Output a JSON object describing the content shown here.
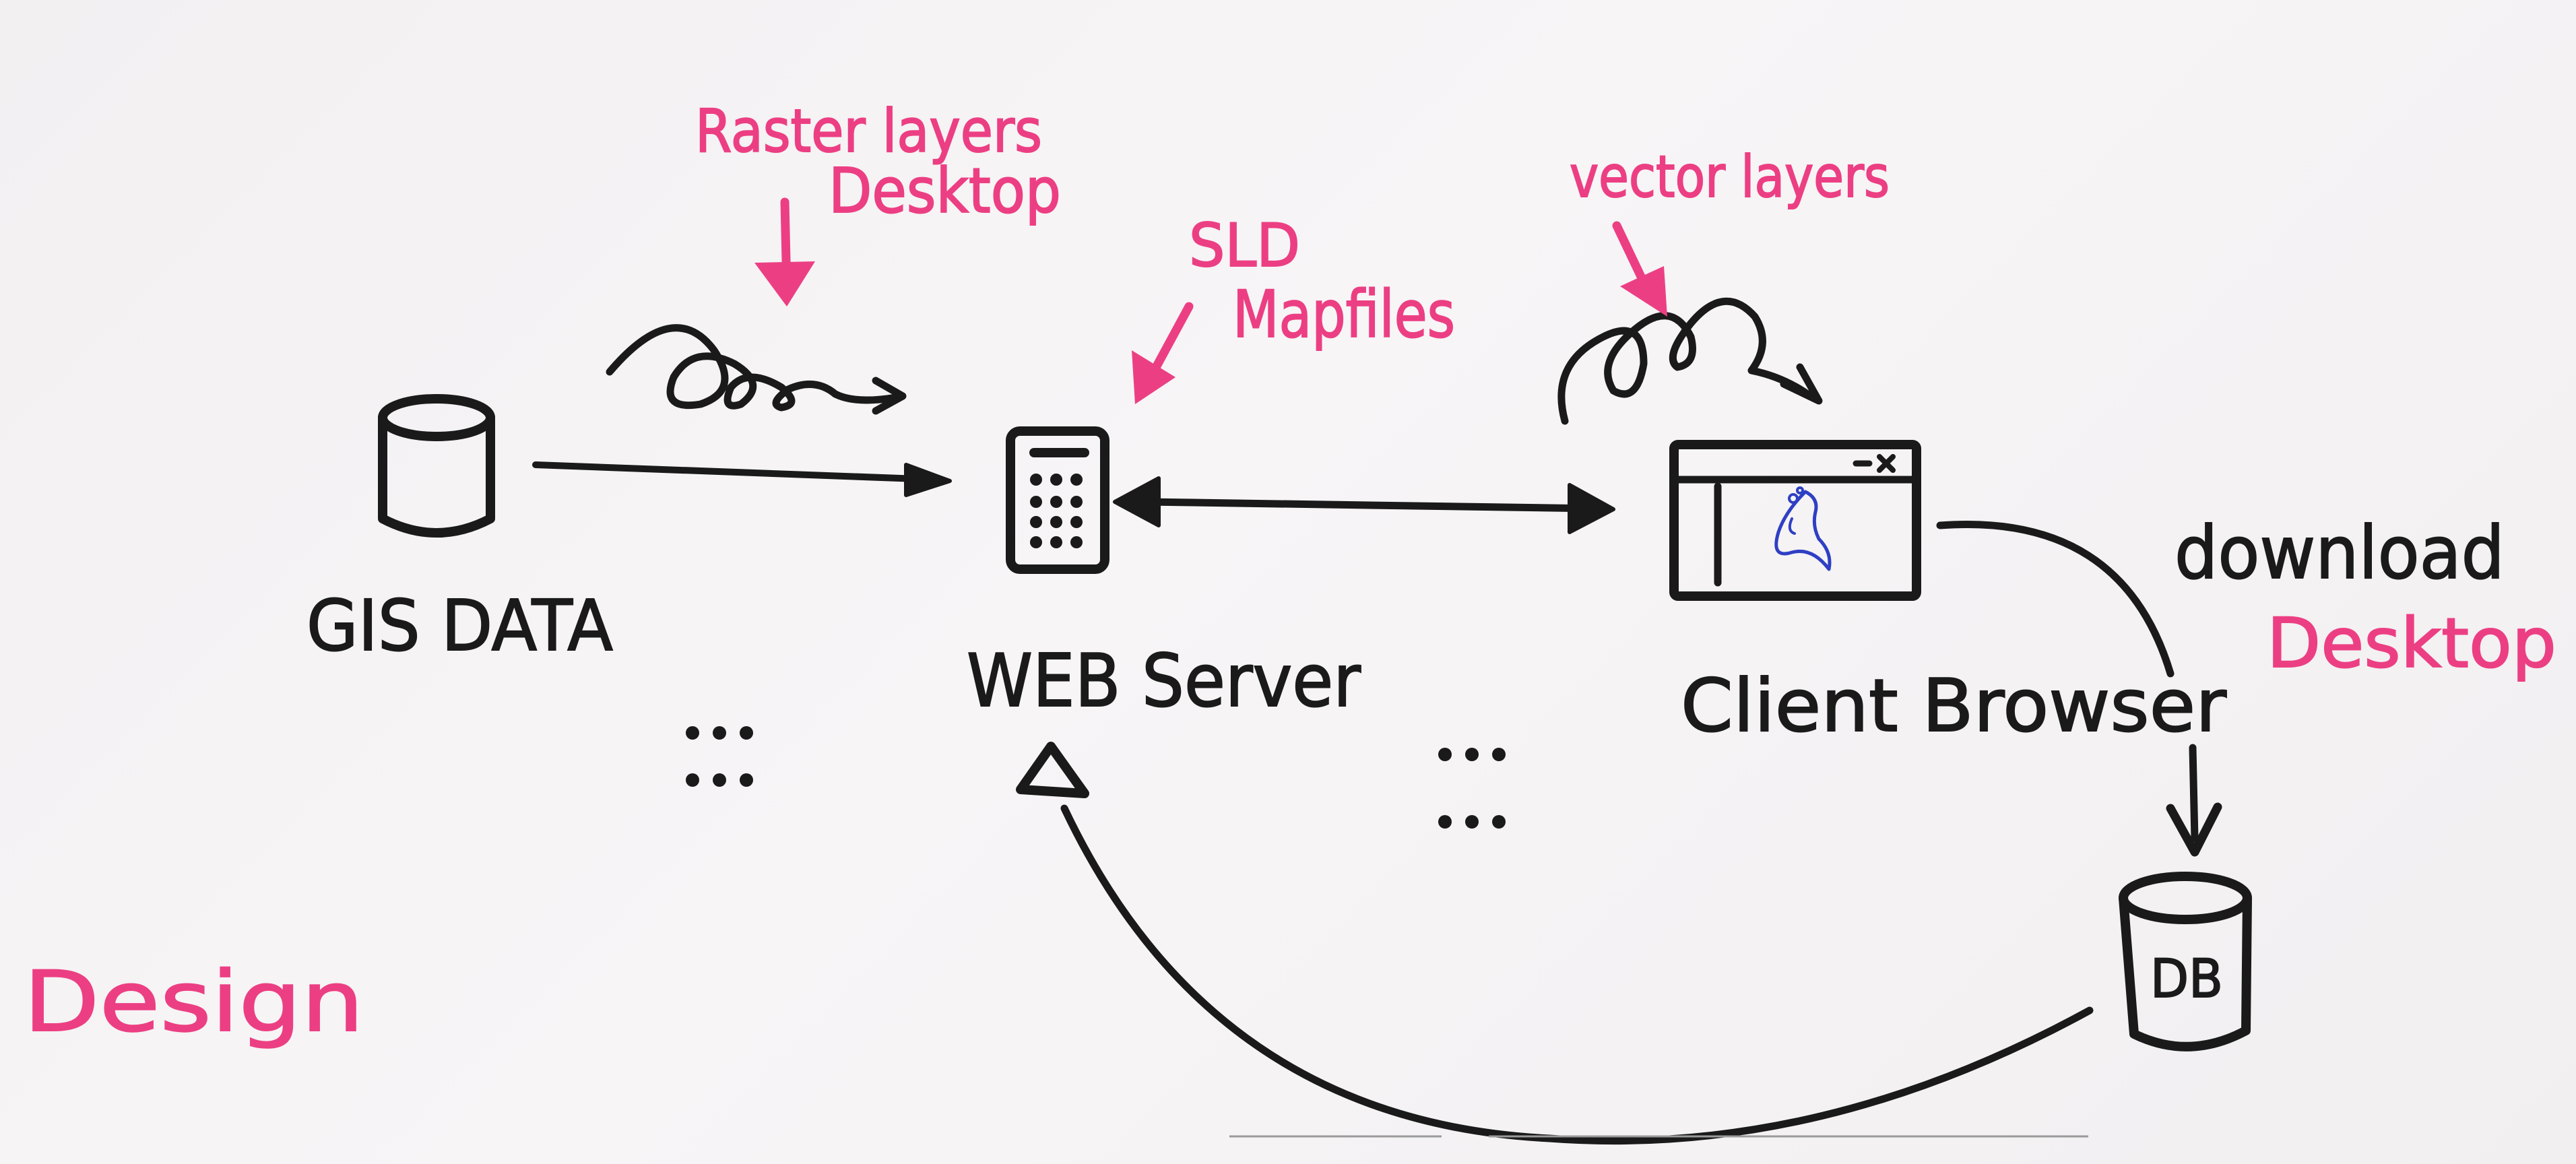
{
  "nodes": {
    "gis_data": "GIS DATA",
    "web_server": "WEB Server",
    "client_browser": "Client Browser",
    "db": "DB"
  },
  "annotations": {
    "raster_layers": "Raster layers",
    "raster_desktop": "Desktop",
    "sld": "SLD",
    "mapfiles": "Mapfiles",
    "vector_layers": "vector layers",
    "download": "download",
    "download_desktop": "Desktop",
    "design": "Design"
  },
  "colors": {
    "ink": "#1a1a1a",
    "highlighter": "#ec3f83",
    "pen_blue": "#2f3fc4",
    "paper": "#f4f2f3"
  },
  "icons": {
    "gis_data": "cylinder-database-icon",
    "web_server": "server-tower-icon",
    "client_browser": "browser-window-icon",
    "db": "cylinder-database-icon"
  }
}
